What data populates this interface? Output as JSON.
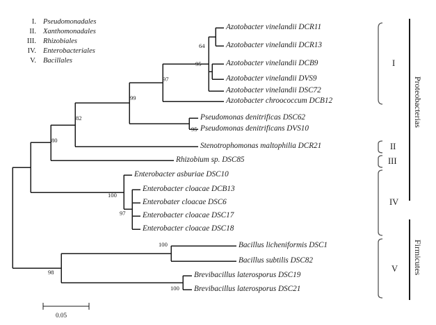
{
  "figure": {
    "type": "phylogenetic-tree",
    "scale_bar": {
      "label": "0.05",
      "value": 0.05
    }
  },
  "legend": {
    "items": [
      {
        "numeral": "I.",
        "name": "Pseudomonadales"
      },
      {
        "numeral": "II.",
        "name": "Xanthomonadales"
      },
      {
        "numeral": "III.",
        "name": "Rhizobiales"
      },
      {
        "numeral": "IV.",
        "name": "Enterobacteriales"
      },
      {
        "numeral": "V.",
        "name": "Bacillales"
      }
    ]
  },
  "taxa": [
    {
      "label": "Azotobacter vinelandii DCR11"
    },
    {
      "label": "Azotobacter vinelandii DCR13"
    },
    {
      "label": "Azotobacter vinelandii DCB9"
    },
    {
      "label": "Azotobacter vinelandii DVS9"
    },
    {
      "label": "Azotobacter vinelandii DSC72"
    },
    {
      "label": "Azotobacter chroococcum DCB12"
    },
    {
      "label": "Pseudomonas denitrificas DSC62"
    },
    {
      "label": "Pseudomonas denitrificans DVS10"
    },
    {
      "label": "Stenotrophomonas maltophilia DCR21"
    },
    {
      "label": "Rhizobium sp. DSC85"
    },
    {
      "label": "Enterobacter asburiae DSC10"
    },
    {
      "label": "Enterobacter cloacae DCB13"
    },
    {
      "label": "Enterobater cloacae DSC6"
    },
    {
      "label": "Enterobacter cloacae DSC17"
    },
    {
      "label": "Enterobacter cloacae DSC18"
    },
    {
      "label": "Bacillus licheniformis DSC1"
    },
    {
      "label": "Bacillus subtilis DSC82"
    },
    {
      "label": "Brevibacillus laterosporus DSC19"
    },
    {
      "label": "Brevibacillus laterosporus DSC21"
    }
  ],
  "bootstrap_values": [
    {
      "value": "64"
    },
    {
      "value": "95"
    },
    {
      "value": "97"
    },
    {
      "value": "99"
    },
    {
      "value": "95"
    },
    {
      "value": "82"
    },
    {
      "value": "80"
    },
    {
      "value": "100"
    },
    {
      "value": "97"
    },
    {
      "value": "100"
    },
    {
      "value": "100"
    },
    {
      "value": "98"
    }
  ],
  "groups": [
    {
      "numeral": "I"
    },
    {
      "numeral": "II"
    },
    {
      "numeral": "III"
    },
    {
      "numeral": "IV"
    },
    {
      "numeral": "V"
    }
  ],
  "phyla": [
    {
      "name": "Proteobacterias"
    },
    {
      "name": "Firmicutes"
    }
  ],
  "colors": {
    "line": "#1a1a1a",
    "bracket": "#555555",
    "text": "#1a1a1a",
    "background": "#ffffff"
  }
}
